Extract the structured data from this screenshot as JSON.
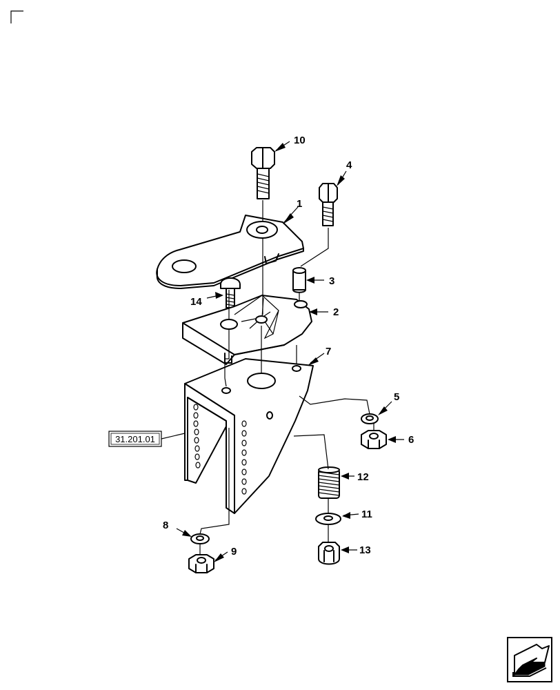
{
  "diagram": {
    "callouts": [
      "10",
      "4",
      "1",
      "3",
      "14",
      "2",
      "7",
      "5",
      "6",
      "12",
      "11",
      "13",
      "8",
      "9"
    ],
    "reference": "31.201.01"
  }
}
